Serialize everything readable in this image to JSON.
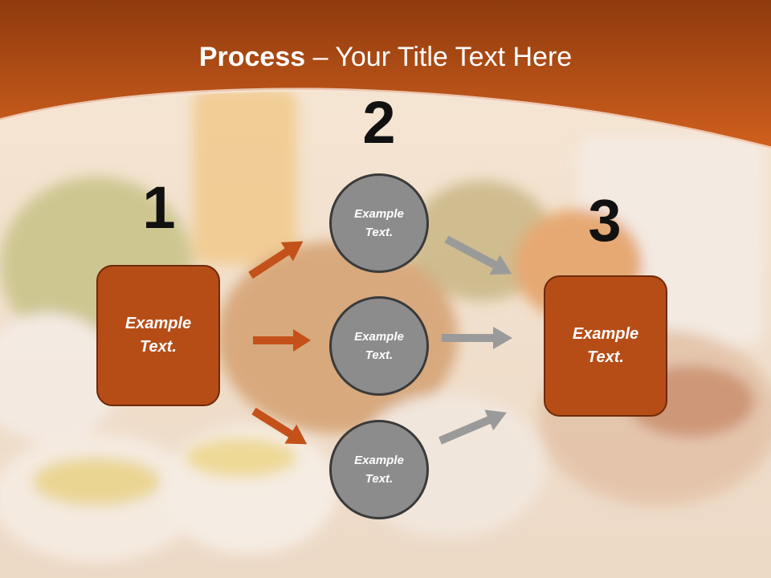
{
  "title": {
    "bold": "Process",
    "rest": " – Your Title Text Here"
  },
  "steps": {
    "one": {
      "number": "1",
      "text": "Example Text."
    },
    "two": {
      "number": "2"
    },
    "three": {
      "number": "3",
      "text": "Example Text."
    }
  },
  "circles": [
    {
      "text": "Example Text."
    },
    {
      "text": "Example Text."
    },
    {
      "text": "Example Text."
    }
  ],
  "colors": {
    "header": "#c75518",
    "box_fill": "#b64d17",
    "box_border": "#6e2a09",
    "circle_fill": "#8c8c8c",
    "circle_border": "#3a3a3a",
    "arrow_orange": "#c4511a",
    "arrow_gray": "#9a9a9a"
  }
}
